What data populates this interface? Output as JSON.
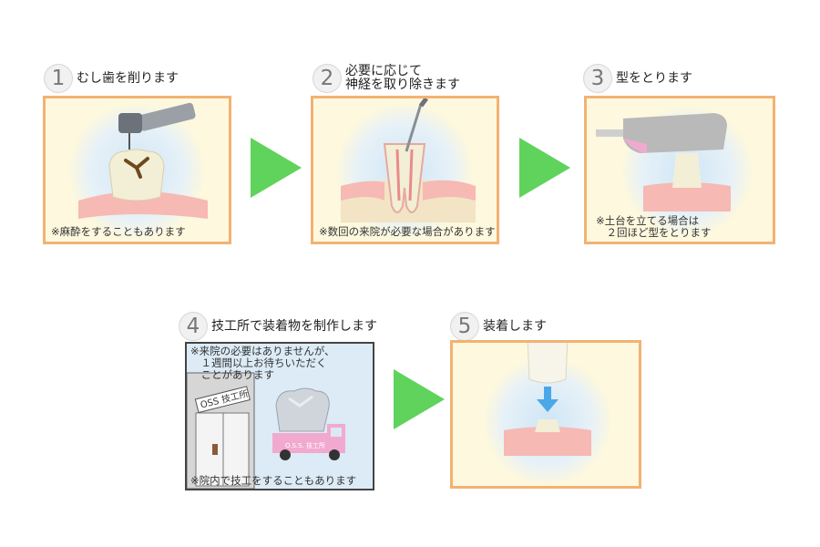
{
  "steps": [
    {
      "number": "1",
      "title": "むし歯を削ります",
      "note": "※麻酔をすることもあります"
    },
    {
      "number": "2",
      "title": "必要に応じて\n神経を取り除きます",
      "note": "※数回の来院が必要な場合があります"
    },
    {
      "number": "3",
      "title": "型をとります",
      "note": "※土台を立てる場合は\n　２回ほど型をとります"
    },
    {
      "number": "4",
      "title": "技工所で装着物を制作します",
      "note_top": "※来院の必要はありませんが、\n　１週間以上お待ちいただく\n　ことがあります",
      "note_bottom": "※院内で技工をすることもあります",
      "building_sign": "OSS 技工所",
      "truck_sign": "O.S.S. 技工所"
    },
    {
      "number": "5",
      "title": "装着します"
    }
  ],
  "colors": {
    "panel_border": "#f2b272",
    "panel_bg": "#fdf8de",
    "arrow": "#5fd35b",
    "gum": "#f6b9b4",
    "tooth": "#f3eed6",
    "decay": "#6b4a1e",
    "truck": "#f2a9cf"
  },
  "icons": [
    "dental-drill-icon",
    "needle-icon",
    "impression-tray-icon",
    "lab-building-icon",
    "delivery-truck-icon",
    "crown-icon",
    "down-arrow-icon"
  ]
}
